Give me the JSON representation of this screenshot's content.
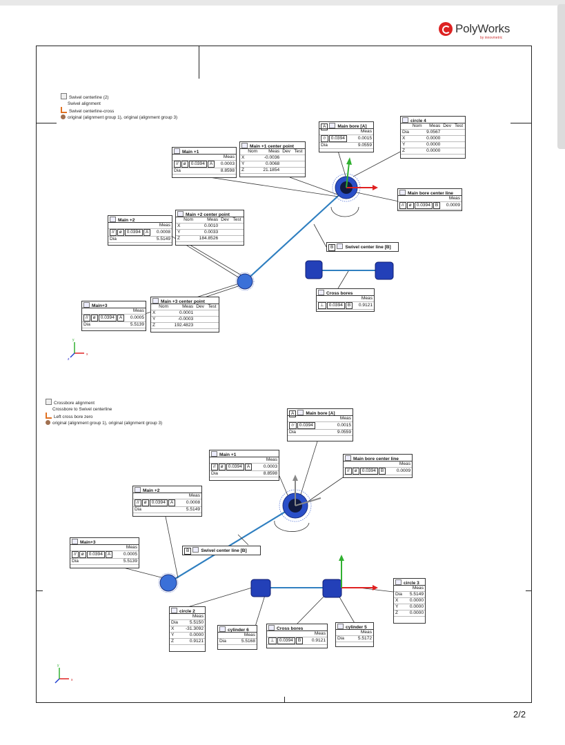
{
  "brand": {
    "name": "PolyWorks",
    "by": "by innovmetric"
  },
  "page_number": "2/2",
  "colors": {
    "part": "#1f4fd0",
    "line": "#2f7fc0",
    "axis_x": "#e02020",
    "axis_y": "#30b030",
    "axis_z": "#2040d0"
  },
  "view1": {
    "legend": [
      "Swivel centerline (2)",
      "Swivel alignment",
      "Swivel centerline-cross",
      "original (alignment group 1), original (alignment group 3)"
    ],
    "boxes": {
      "main_plus1": {
        "title": "Main +1",
        "meas": "Meas",
        "fcf": [
          "//",
          "ø",
          "0.0394",
          "A"
        ],
        "fcf_val": "0.0003",
        "dia_label": "Dia",
        "dia": "8.8598"
      },
      "main_plus1_cp": {
        "title": "Main +1 center point",
        "cols": [
          "Nom",
          "Meas",
          "Dev",
          "Test"
        ],
        "rows": [
          [
            "X",
            "-0.0036"
          ],
          [
            "Y",
            "0.0068"
          ],
          [
            "Z",
            "21.1854"
          ]
        ]
      },
      "main_bore": {
        "tag": "A",
        "title": "Main bore [A]",
        "meas": "Meas",
        "fcf": [
          "⌭",
          "0.0394"
        ],
        "fcf_val": "0.0015",
        "dia_label": "Dia",
        "dia": "9.0559"
      },
      "circle4": {
        "title": "circle 4",
        "cols": [
          "Nom",
          "Meas",
          "Dev",
          "Test"
        ],
        "rows": [
          [
            "Dia",
            "9.0567"
          ],
          [
            "X",
            "0.0000"
          ],
          [
            "Y",
            "0.0000"
          ],
          [
            "Z",
            "0.0000"
          ]
        ]
      },
      "main_bore_cl": {
        "title": "Main bore center line",
        "meas": "Meas",
        "fcf": [
          "//",
          "ø",
          "0.0394",
          "B"
        ],
        "fcf_val": "0.0009"
      },
      "main_plus2": {
        "title": "Main +2",
        "meas": "Meas",
        "fcf": [
          "//",
          "ø",
          "0.0394",
          "A"
        ],
        "fcf_val": "0.0008",
        "dia_label": "Dia",
        "dia": "5.5149"
      },
      "main_plus2_cp": {
        "title": "Main +2 center point",
        "cols": [
          "Nom",
          "Meas",
          "Dev",
          "Test"
        ],
        "rows": [
          [
            "X",
            "0.0010"
          ],
          [
            "Y",
            "0.0033"
          ],
          [
            "Z",
            "184.8526"
          ]
        ]
      },
      "swivel_cl": {
        "tag": "B",
        "title": "Swivel center line [B]"
      },
      "cross_bores": {
        "title": "Cross bores",
        "meas": "Meas",
        "fcf": [
          "⊥",
          "0.0394",
          "B"
        ],
        "fcf_val": "0.9121"
      },
      "main_plus3": {
        "title": "Main+3",
        "meas": "Meas",
        "fcf": [
          "//",
          "ø",
          "0.0394",
          "A"
        ],
        "fcf_val": "0.0005",
        "dia_label": "Dia",
        "dia": "5.5139"
      },
      "main_plus3_cp": {
        "title": "Main +3 center point",
        "cols": [
          "Nom",
          "Meas",
          "Dev",
          "Test"
        ],
        "rows": [
          [
            "X",
            "0.0001"
          ],
          [
            "Y",
            "-0.0003"
          ],
          [
            "Z",
            "192.4823"
          ]
        ]
      }
    }
  },
  "view2": {
    "legend": [
      "Crossbore alignment",
      "Crossbore to Swivel centerline",
      "Left cross bore zero",
      "original (alignment group 1), original (alignment group 3)"
    ],
    "boxes": {
      "main_bore": {
        "tag": "A",
        "title": "Main bore [A]",
        "meas": "Meas",
        "fcf": [
          "⌭",
          "0.0394"
        ],
        "fcf_val": "0.0015",
        "dia_label": "Dia",
        "dia": "9.0559"
      },
      "main_plus1": {
        "title": "Main +1",
        "meas": "Meas",
        "fcf": [
          "//",
          "ø",
          "0.0394",
          "A"
        ],
        "fcf_val": "0.0003",
        "dia_label": "Dia",
        "dia": "8.8598"
      },
      "main_bore_cl": {
        "title": "Main bore center line",
        "meas": "Meas",
        "fcf": [
          "//",
          "ø",
          "0.0394",
          "B"
        ],
        "fcf_val": "0.0009"
      },
      "main_plus2": {
        "title": "Main +2",
        "meas": "Meas",
        "fcf": [
          "//",
          "ø",
          "0.0394",
          "A"
        ],
        "fcf_val": "0.0008",
        "dia_label": "Dia",
        "dia": "5.5149"
      },
      "main_plus3": {
        "title": "Main+3",
        "meas": "Meas",
        "fcf": [
          "//",
          "ø",
          "0.0394",
          "A"
        ],
        "fcf_val": "0.0005",
        "dia_label": "Dia",
        "dia": "5.5139"
      },
      "swivel_cl": {
        "tag": "B",
        "title": "Swivel center line [B]"
      },
      "circle3": {
        "title": "circle 3",
        "meas": "Meas",
        "rows": [
          [
            "Dia",
            "5.5149"
          ],
          [
            "X",
            "0.0000"
          ],
          [
            "Y",
            "0.0000"
          ],
          [
            "Z",
            "0.0000"
          ]
        ]
      },
      "circle2": {
        "title": "circle 2",
        "meas": "Meas",
        "rows": [
          [
            "Dia",
            "5.5150"
          ],
          [
            "X",
            "-31.3092"
          ],
          [
            "Y",
            "0.0000"
          ],
          [
            "Z",
            "0.9121"
          ]
        ]
      },
      "cylinder6": {
        "title": "cylinder 6",
        "meas": "Meas",
        "dia_label": "Dia",
        "dia": "5.5168"
      },
      "cross_bores": {
        "title": "Cross bores",
        "meas": "Meas",
        "fcf": [
          "⊥",
          "0.0394",
          "B"
        ],
        "fcf_val": "0.9121"
      },
      "cylinder5": {
        "title": "cylinder 5",
        "meas": "Meas",
        "dia_label": "Dia",
        "dia": "5.5172"
      }
    }
  },
  "axis_labels": {
    "x": "x",
    "y": "y",
    "z": "z"
  }
}
